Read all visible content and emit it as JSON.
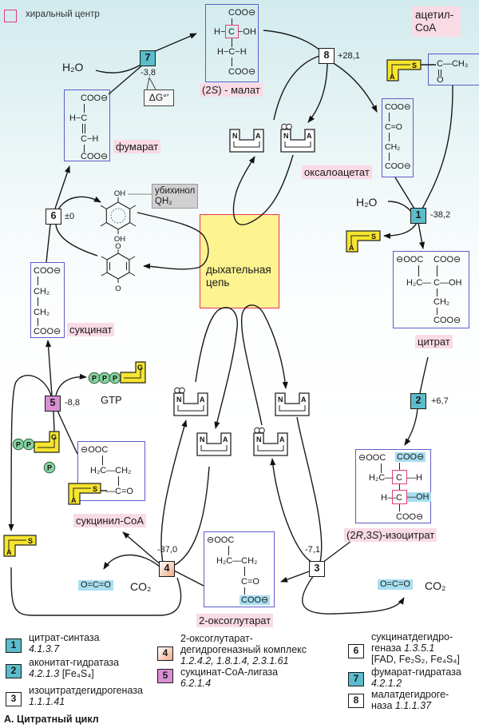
{
  "figure": {
    "title": "А. Цитратный цикл",
    "chiral_center_legend": "хиральный центр",
    "delta_g_callout": "ΔG°′"
  },
  "colors": {
    "enzyme_teal": "#5bbccb",
    "enzyme_pink": "#d98fd3",
    "enzyme_peach": "#f2a889",
    "label_pink": "#f9dbe6",
    "highlight_blue": "#a8def0",
    "coa_yellow": "#f6e52e",
    "phosphate_green": "#86d1a0",
    "respiratory_chain_fill": "#fdf390",
    "respiratory_chain_border": "#e5345b",
    "structure_border": "#5c5cc8",
    "chiral_center": "#e0407a",
    "callout_grey": "#d0d0d0"
  },
  "enzyme_steps": {
    "e1": {
      "number": "1",
      "delta_g": "-38,2"
    },
    "e2": {
      "number": "2",
      "delta_g": "+6,7"
    },
    "e3": {
      "number": "3",
      "delta_g": "-7,1"
    },
    "e4": {
      "number": "4",
      "delta_g": "-37,0"
    },
    "e5": {
      "number": "5",
      "delta_g": "-8,8"
    },
    "e6": {
      "number": "6",
      "delta_g": "±0"
    },
    "e7": {
      "number": "7",
      "delta_g": "-3,8"
    },
    "e8": {
      "number": "8",
      "delta_g": "+28,1"
    }
  },
  "metabolites": {
    "fumarate": {
      "label": "фумарат",
      "atoms": [
        "COO⊖",
        "H−C",
        "C−H",
        "COO⊖"
      ]
    },
    "malate": {
      "label_parts": [
        "(2",
        "S",
        ") - малат"
      ],
      "atoms": [
        "COO⊖",
        "H−",
        "C",
        "−OH",
        "H−C−H",
        "COO⊖"
      ]
    },
    "acetyl_coa": {
      "label_lines": [
        "ацетил-",
        "CoA"
      ],
      "atoms": [
        "C—CH₃",
        "O"
      ]
    },
    "oxaloacetate": {
      "label": "оксалоацетат",
      "atoms": [
        "COO⊖",
        "C=O",
        "CH₂",
        "COO⊖"
      ]
    },
    "citrate": {
      "label": "цитрат",
      "atoms": [
        "⊖OOC",
        "COO⊖",
        "H₂C—",
        "C",
        "—OH",
        "CH₂",
        "COO⊖"
      ]
    },
    "isocitrate": {
      "label_parts": [
        "(2",
        "R",
        ",3",
        "S",
        ")-изоцитрат"
      ],
      "atoms": [
        "⊖OOC",
        "COO⊖",
        "H₂C—",
        "C",
        "—H",
        "H—",
        "C",
        "—OH",
        "COO⊖"
      ]
    },
    "oxoglutarate": {
      "label": "2-оксоглутарат",
      "atoms": [
        "⊖OOC",
        "H₂C—CH₂",
        "C=O",
        "COO⊖"
      ]
    },
    "succinyl_coa": {
      "label": "сукцинил-CoA",
      "atoms": [
        "⊖OOC",
        "H₂C—CH₂",
        "—C=O"
      ]
    },
    "succinate": {
      "label": "сукцинат",
      "atoms": [
        "COO⊖",
        "CH₂",
        "CH₂",
        "COO⊖"
      ]
    },
    "ubiquinol": {
      "callout_lines": [
        "убихинол",
        "QH₂"
      ],
      "substituents": [
        "OH",
        "OH"
      ]
    },
    "ubiquinone": {
      "substituents": [
        "O",
        "O"
      ]
    }
  },
  "cofactors": {
    "water": "H₂O",
    "co2_structure": "O=C=O",
    "co2_formula": "CO₂",
    "gtp": "GTP",
    "phosphate": "P",
    "guanine": "G",
    "coa_sulfur": "S",
    "coa_adenine": "A",
    "nad_nicotinamide": "N",
    "nad_adenine": "A"
  },
  "respiratory_chain": {
    "label_lines": [
      "дыхательная",
      "цепь"
    ]
  },
  "legend": {
    "entries": [
      {
        "number": "1",
        "name_lines": [
          "цитрат-синтаза"
        ],
        "ec_prefix": "",
        "ec": "4.1.3.7",
        "ec_suffix": ""
      },
      {
        "number": "2",
        "name_lines": [
          "аконитат-гидратаза"
        ],
        "ec_prefix": "",
        "ec": "4.2.1.3",
        "ec_suffix": " [Fe₄S₄]"
      },
      {
        "number": "3",
        "name_lines": [
          "изоцитратдегидрогеназа"
        ],
        "ec_prefix": "",
        "ec": "1.1.1.41",
        "ec_suffix": ""
      },
      {
        "number": "4",
        "name_lines": [
          "2-оксоглутарат-",
          "дегидрогеназный комплекс"
        ],
        "ec_prefix": "",
        "ec": "1.2.4.2, 1.8.1.4, 2.3.1.61",
        "ec_suffix": ""
      },
      {
        "number": "5",
        "name_lines": [
          "сукцинат-CoA-лигаза"
        ],
        "ec_prefix": "",
        "ec": "6.2.1.4",
        "ec_suffix": ""
      },
      {
        "number": "6",
        "name_lines": [
          "сукцинатдегидро-"
        ],
        "ec_prefix": "геназа ",
        "ec": "1.3.5.1",
        "ec_suffix": "",
        "extra_line": "[FAD, Fe₂S₂, Fe₄S₄]"
      },
      {
        "number": "7",
        "name_lines": [
          "фумарат-гидратаза"
        ],
        "ec_prefix": "",
        "ec": "4.2.1.2",
        "ec_suffix": ""
      },
      {
        "number": "8",
        "name_lines": [
          "малатдегидроге-"
        ],
        "ec_prefix": "наза ",
        "ec": "1.1.1.37",
        "ec_suffix": ""
      }
    ]
  }
}
